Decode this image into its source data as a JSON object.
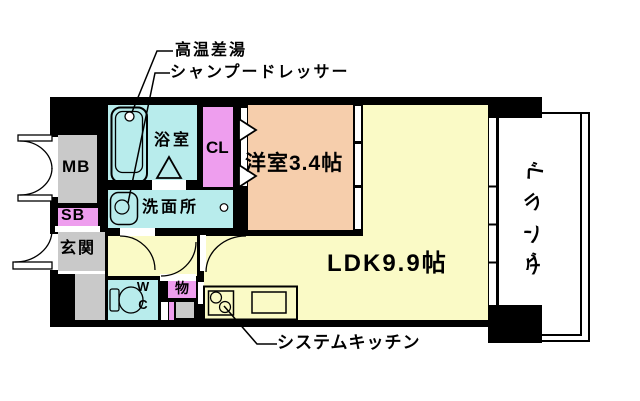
{
  "floor_plan": {
    "rooms": {
      "western_room": {
        "label": "洋室3.4帖"
      },
      "ldk": {
        "label": "LDK9.9帖"
      },
      "bathroom": {
        "label": "浴室"
      },
      "washroom": {
        "label": "洗面所"
      },
      "closet": {
        "label": "CL"
      },
      "meter_box": {
        "label": "MB"
      },
      "shoe_box": {
        "label": "SB"
      },
      "entrance": {
        "label": "玄関"
      },
      "toilet": {
        "line1": "W",
        "line2": "C"
      },
      "storage": {
        "label": "物"
      },
      "veranda": {
        "label": "ベランダ",
        "chars": [
          "ベ",
          "ラ",
          "ン",
          "ダ"
        ]
      }
    },
    "callouts": {
      "hot_water": {
        "label": "高温差湯"
      },
      "shampoo_dresser": {
        "label": "シャンプードレッサー"
      },
      "system_kitchen": {
        "label": "システムキッチン"
      }
    },
    "colors": {
      "wall": "#000000",
      "wet_area_cyan": "#B8ECEC",
      "closet_pink": "#EE9EEE",
      "western_room_peach": "#F6CEAC",
      "ldk_yellow": "#FAFAC6",
      "service_gray": "#C9C9C9",
      "background": "#FFFFFF"
    }
  }
}
